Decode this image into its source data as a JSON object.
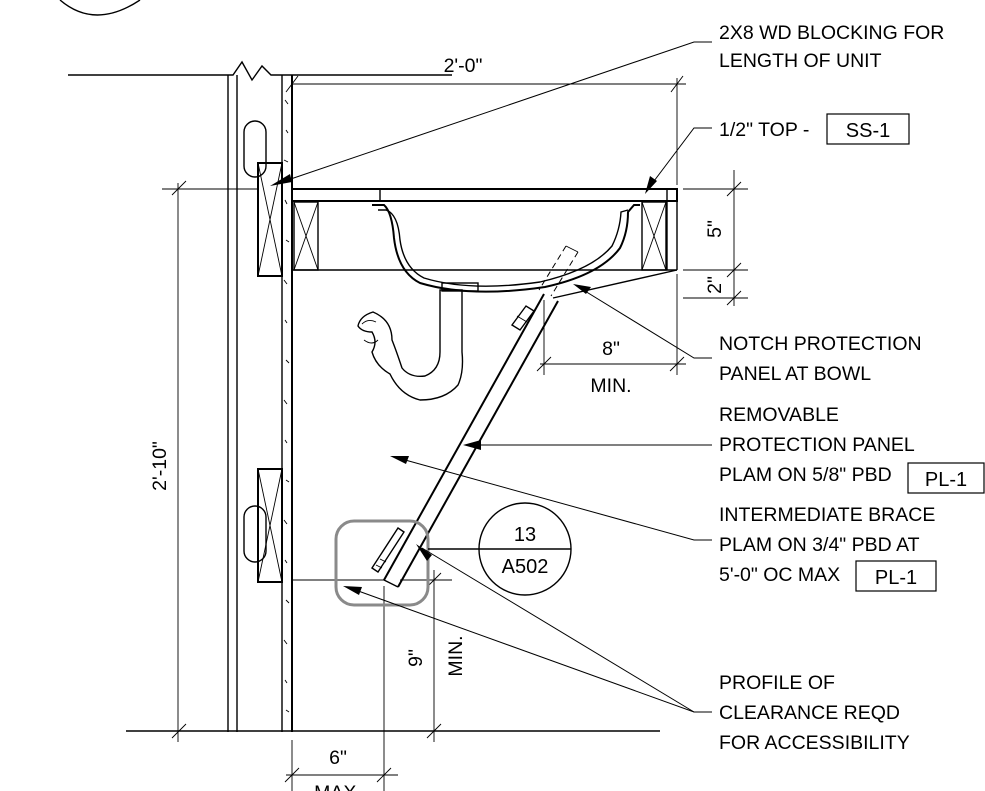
{
  "notes": {
    "blocking": [
      "2X8 WD BLOCKING FOR",
      "LENGTH OF UNIT"
    ],
    "top_prefix": "1/2\" TOP - ",
    "top_tag": "SS-1",
    "notch": [
      "NOTCH PROTECTION",
      "PANEL AT BOWL"
    ],
    "panel": [
      "REMOVABLE",
      "PROTECTION PANEL",
      "PLAM ON 5/8\" PBD"
    ],
    "panel_tag": "PL-1",
    "brace": [
      "INTERMEDIATE BRACE",
      "PLAM ON 3/4\" PBD AT",
      "5'-0\" OC MAX"
    ],
    "brace_tag": "PL-1",
    "clearance": [
      "PROFILE OF",
      "CLEARANCE REQD",
      "FOR ACCESSIBILITY"
    ]
  },
  "dimensions": {
    "width_top": "2'-0\"",
    "height_total": "2'-10\"",
    "top_depth": "5\"",
    "apron": "2\"",
    "knee_depth": "8\"",
    "knee_depth_qualifier": "MIN.",
    "toe_height": "9\"",
    "toe_height_qualifier": "MIN.",
    "toe_depth": "6\"",
    "toe_depth_qualifier": "MAX."
  },
  "detail_bubble": {
    "number": "13",
    "sheet": "A502"
  }
}
